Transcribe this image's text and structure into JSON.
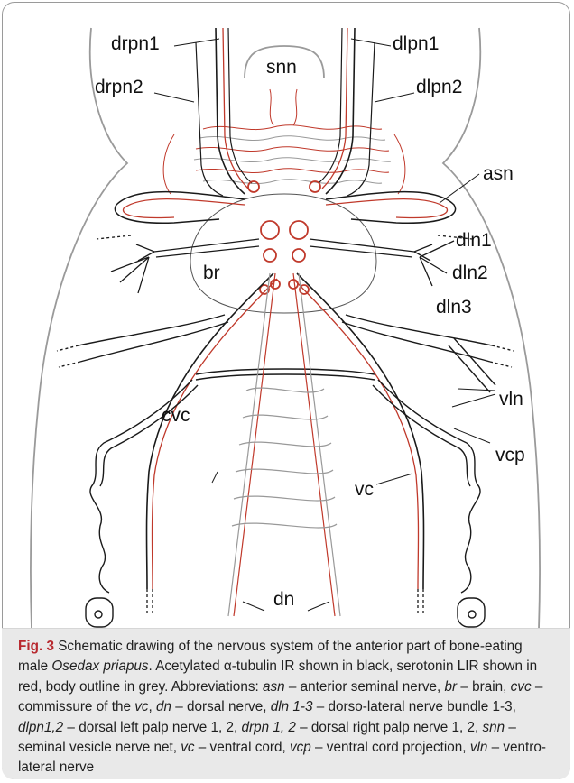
{
  "figure": {
    "labels": {
      "drpn1": "drpn1",
      "drpn2": "drpn2",
      "snn": "snn",
      "dlpn1": "dlpn1",
      "dlpn2": "dlpn2",
      "asn": "asn",
      "dln1": "dln1",
      "dln2": "dln2",
      "dln3": "dln3",
      "br": "br",
      "vln": "vln",
      "cvc": "cvc",
      "vcp": "vcp",
      "vc": "vc",
      "dn": "dn"
    },
    "colors": {
      "nerve_black": "#1a1a1a",
      "serotonin_red": "#c0392b",
      "body_outline_grey": "#9a9a9a",
      "brain_grey": "#555555"
    }
  },
  "caption": {
    "fig_label": "Fig. 3",
    "t1": " Schematic drawing of the nervous system of the anterior part of bone-eating male ",
    "species": "Osedax priapus",
    "t2": ". Acetylated α-tubulin IR shown in black, serotonin LIR shown in red, body outline in grey. Abbreviations: ",
    "a_asn": "asn",
    "d_asn": " – anterior seminal nerve, ",
    "a_br": "br",
    "d_br": " – brain, ",
    "a_cvc": "cvc",
    "d_cvc1": " – commissure of the ",
    "a_vc_inline": "vc",
    "d_cvc2": ", ",
    "a_dn": "dn",
    "d_dn": " – dorsal nerve, ",
    "a_dln": "dln 1-3",
    "d_dln": " – dorso-lateral nerve bundle 1-3, ",
    "a_dlpn": "dlpn1,2",
    "d_dlpn": " – dorsal left palp nerve 1, 2, ",
    "a_drpn": "drpn 1, 2",
    "d_drpn": " – dorsal right palp nerve 1, 2, ",
    "a_snn": "snn",
    "d_snn": " – seminal vesicle nerve net, ",
    "a_vc": "vc",
    "d_vc": " – ventral cord, ",
    "a_vcp": "vcp",
    "d_vcp": " – ventral cord projection, ",
    "a_vln": "vln",
    "d_vln": " – ventro-lateral nerve"
  }
}
